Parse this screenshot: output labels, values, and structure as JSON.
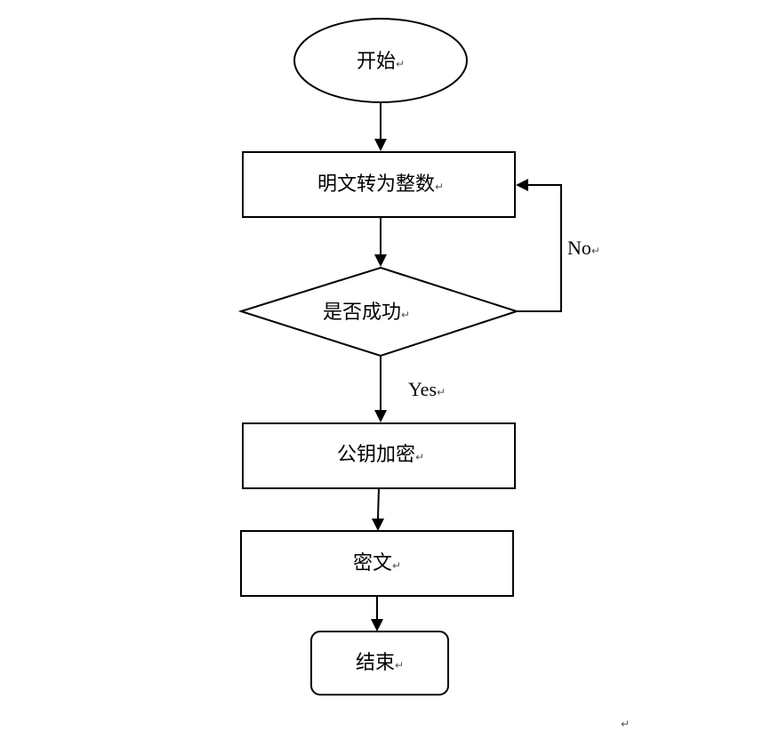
{
  "diagram": {
    "nodes": {
      "start": {
        "label": "开始"
      },
      "convert": {
        "label": "明文转为整数"
      },
      "check": {
        "label": "是否成功"
      },
      "encrypt": {
        "label": "公钥加密"
      },
      "ciphertext": {
        "label": "密文"
      },
      "end": {
        "label": "结束"
      }
    },
    "edges": {
      "no_label": "No",
      "yes_label": "Yes"
    },
    "paragraph_mark": "↵"
  }
}
